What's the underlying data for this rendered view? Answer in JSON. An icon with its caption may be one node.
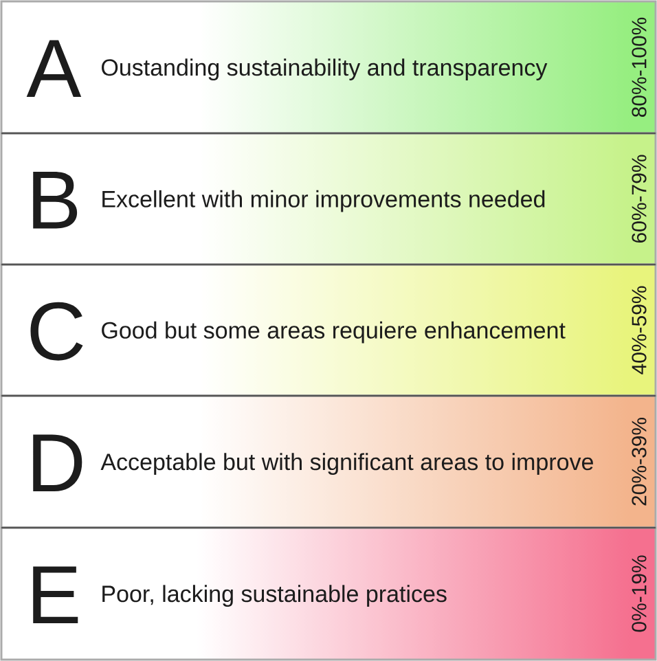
{
  "diagram": {
    "nodes": [
      {
        "text": [
          "A",
          "Oustanding sustainability and transparency",
          "80%-100%"
        ]
      },
      {
        "text": [
          "B",
          "Excellent with minor improvements needed",
          "60%-79%"
        ]
      },
      {
        "text": [
          "C",
          "Good but some areas requiere enhancement",
          "40%-59%"
        ]
      },
      {
        "text": [
          "D",
          "Acceptable but with significant areas to improve",
          "20%-39%"
        ]
      },
      {
        "text": [
          "E",
          "Poor, lacking sustainable pratices",
          "0%-19%"
        ]
      }
    ]
  }
}
